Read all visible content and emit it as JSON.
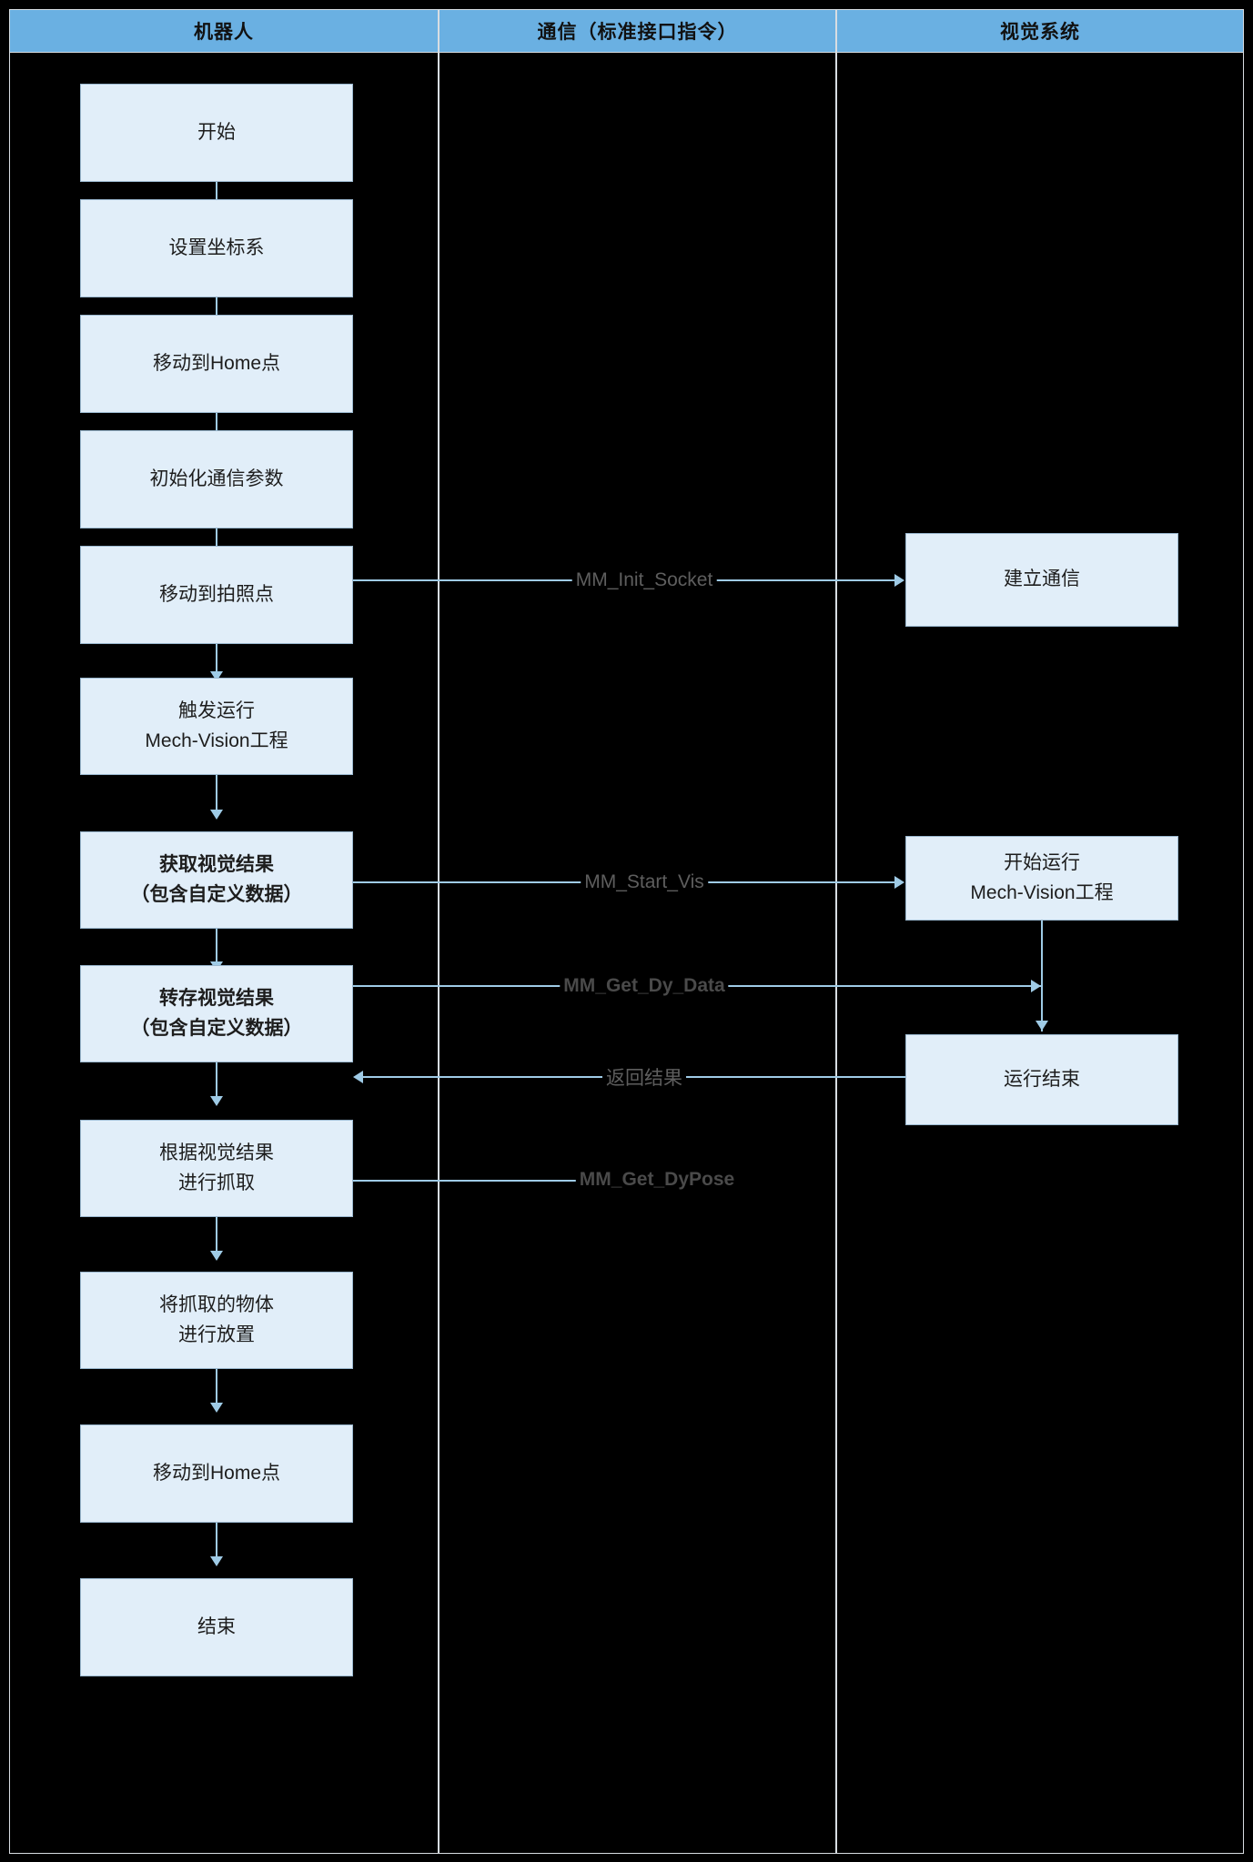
{
  "diagram": {
    "type": "swimlane-flowchart",
    "background": "#000000",
    "colors": {
      "lane_header_fill": "#6ab0e2",
      "node_fill": "#e1eef9",
      "node_border": "#9bb8cf",
      "connector": "#9fcbe6",
      "label_text": "#5e5e5e",
      "frame_border": "#d8dde2"
    }
  },
  "lanes": [
    {
      "id": "robot",
      "title": "机器人"
    },
    {
      "id": "comm",
      "title": "通信（标准接口指令）"
    },
    {
      "id": "vision",
      "title": "视觉系统"
    }
  ],
  "robot_nodes": [
    {
      "id": "start",
      "lines": [
        "开始"
      ],
      "bold": false
    },
    {
      "id": "set-coord",
      "lines": [
        "设置坐标系"
      ],
      "bold": false
    },
    {
      "id": "move-home-1",
      "lines": [
        "移动到Home点"
      ],
      "bold": false
    },
    {
      "id": "init-comm",
      "lines": [
        "初始化通信参数"
      ],
      "bold": false
    },
    {
      "id": "move-capture",
      "lines": [
        "移动到拍照点"
      ],
      "bold": false
    },
    {
      "id": "trigger-run",
      "lines": [
        "触发运行",
        "Mech-Vision工程"
      ],
      "bold": false
    },
    {
      "id": "get-result",
      "lines": [
        "获取视觉结果",
        "（包含自定义数据）"
      ],
      "bold": true
    },
    {
      "id": "save-result",
      "lines": [
        "转存视觉结果",
        "（包含自定义数据）"
      ],
      "bold": true
    },
    {
      "id": "pick",
      "lines": [
        "根据视觉结果",
        "进行抓取"
      ],
      "bold": false
    },
    {
      "id": "place",
      "lines": [
        "将抓取的物体",
        "进行放置"
      ],
      "bold": false
    },
    {
      "id": "move-home-2",
      "lines": [
        "移动到Home点"
      ],
      "bold": false
    },
    {
      "id": "end",
      "lines": [
        "结束"
      ],
      "bold": false
    }
  ],
  "vision_nodes": [
    {
      "id": "build-comm",
      "lines": [
        "建立通信"
      ],
      "bold": false
    },
    {
      "id": "start-run",
      "lines": [
        "开始运行",
        "Mech-Vision工程"
      ],
      "bold": false
    },
    {
      "id": "run-finish",
      "lines": [
        "运行结束"
      ],
      "bold": false
    }
  ],
  "messages": [
    {
      "id": "init-socket",
      "label": "MM_Init_Socket",
      "bold": false,
      "direction": "right"
    },
    {
      "id": "start-vis",
      "label": "MM_Start_Vis",
      "bold": false,
      "direction": "right"
    },
    {
      "id": "get-dy-data",
      "label": "MM_Get_Dy_Data",
      "bold": true,
      "direction": "right"
    },
    {
      "id": "return-result",
      "label": "返回结果",
      "bold": false,
      "direction": "left"
    },
    {
      "id": "get-dy-pose",
      "label": "MM_Get_DyPose",
      "bold": true,
      "direction": "none"
    }
  ]
}
